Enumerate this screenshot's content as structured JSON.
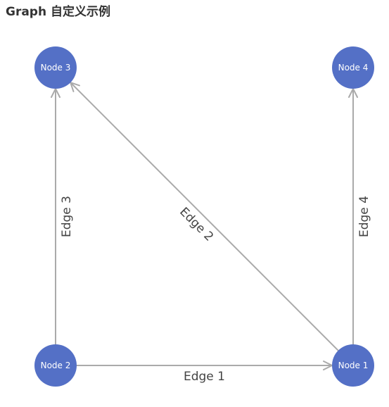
{
  "title": "Graph 自定义示例",
  "colors": {
    "node": "#5470c6",
    "edge": "#aaaaaa",
    "edge_label": "#444444",
    "node_label": "#ffffff"
  },
  "graph": {
    "nodes": [
      {
        "id": "node1",
        "label": "Node 1"
      },
      {
        "id": "node2",
        "label": "Node 2"
      },
      {
        "id": "node3",
        "label": "Node 3"
      },
      {
        "id": "node4",
        "label": "Node 4"
      }
    ],
    "edges": [
      {
        "id": "edge1",
        "label": "Edge 1",
        "source": "node2",
        "target": "node1",
        "directed": true
      },
      {
        "id": "edge2",
        "label": "Edge 2",
        "source": "node1",
        "target": "node3",
        "directed": true
      },
      {
        "id": "edge3",
        "label": "Edge 3",
        "source": "node2",
        "target": "node3",
        "directed": true
      },
      {
        "id": "edge4",
        "label": "Edge 4",
        "source": "node1",
        "target": "node4",
        "directed": true
      }
    ]
  }
}
